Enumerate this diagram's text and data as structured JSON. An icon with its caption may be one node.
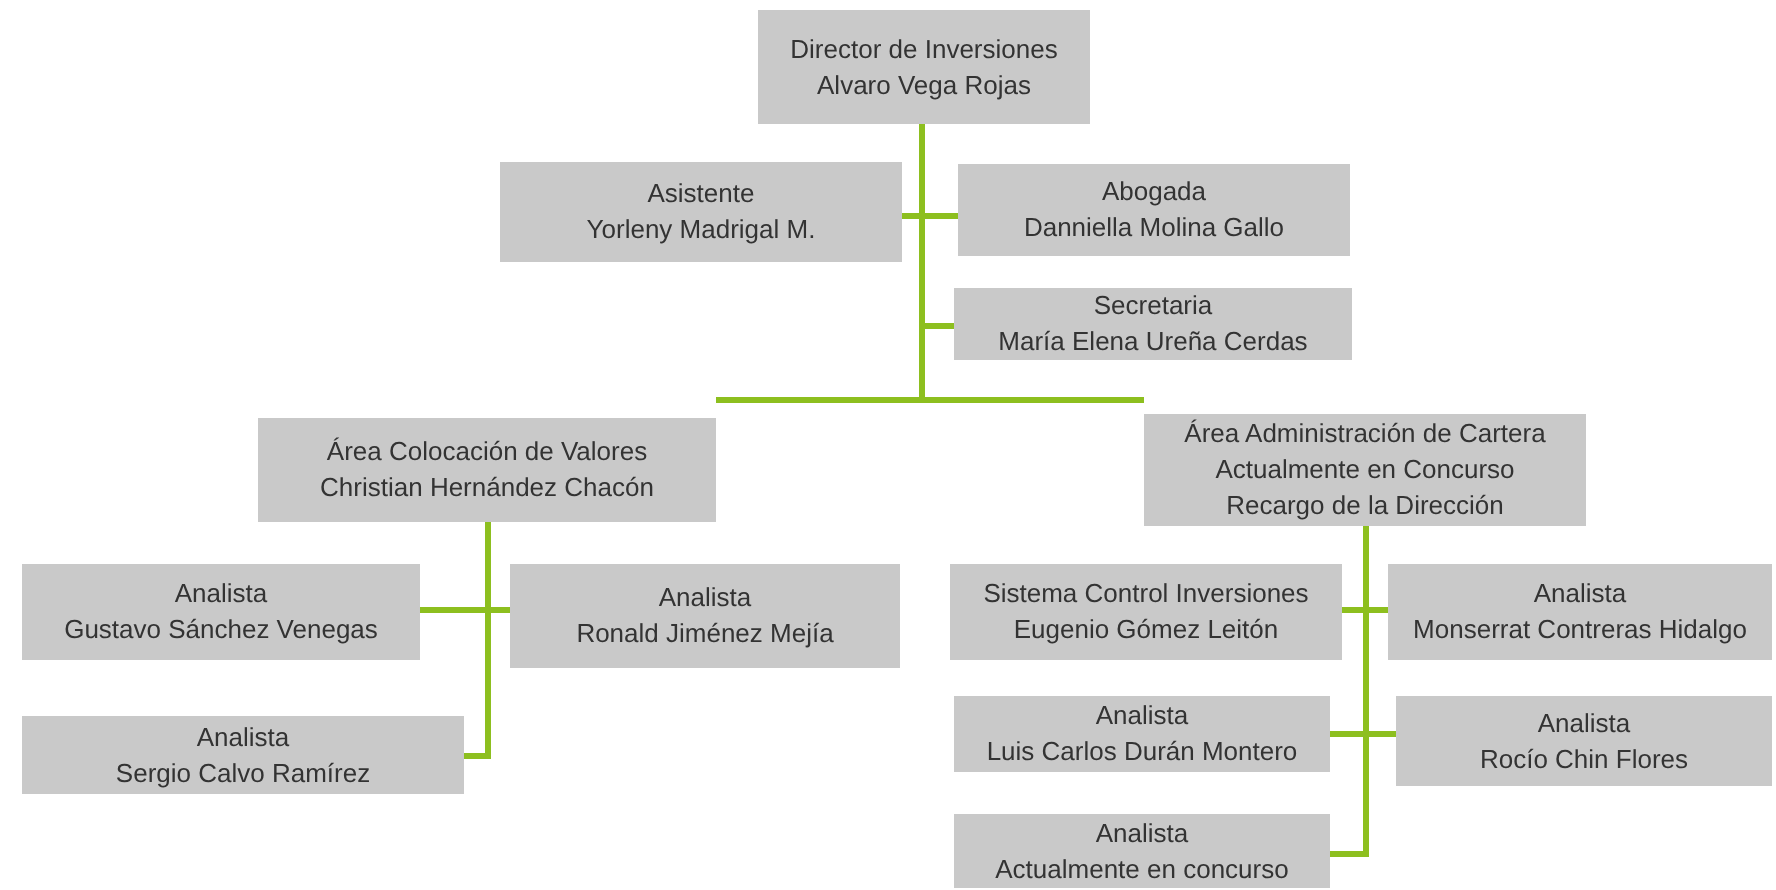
{
  "diagram": {
    "nodes": [
      {
        "text": [
          "Director de Inversiones",
          "Alvaro Vega Rojas"
        ]
      },
      {
        "text": [
          "Asistente",
          "Yorleny Madrigal M."
        ]
      },
      {
        "text": [
          "Abogada",
          "Danniella Molina Gallo"
        ]
      },
      {
        "text": [
          "Secretaria",
          "María Elena Ureña Cerdas"
        ]
      },
      {
        "text": [
          "Área Colocación de Valores",
          "Christian Hernández Chacón"
        ]
      },
      {
        "text": [
          "Área Administración de Cartera",
          "Actualmente en Concurso",
          "Recargo de la Dirección"
        ]
      },
      {
        "text": [
          "Analista",
          "Gustavo Sánchez Venegas"
        ]
      },
      {
        "text": [
          "Analista",
          "Ronald Jiménez Mejía"
        ]
      },
      {
        "text": [
          "Analista",
          "Sergio Calvo Ramírez"
        ]
      },
      {
        "text": [
          "Sistema Control Inversiones",
          "Eugenio Gómez Leitón"
        ]
      },
      {
        "text": [
          "Analista",
          "Monserrat Contreras Hidalgo"
        ]
      },
      {
        "text": [
          "Analista",
          "Luis Carlos Durán Montero"
        ]
      },
      {
        "text": [
          "Analista",
          "Rocío Chin Flores"
        ]
      },
      {
        "text": [
          "Analista",
          "Actualmente en concurso"
        ]
      }
    ],
    "edges": [
      {
        "from": 0,
        "to": 1,
        "arrow": "none"
      },
      {
        "from": 0,
        "to": 2,
        "arrow": "none"
      },
      {
        "from": 0,
        "to": 3,
        "arrow": "none"
      },
      {
        "from": 0,
        "to": 4,
        "arrow": "none"
      },
      {
        "from": 0,
        "to": 5,
        "arrow": "none"
      },
      {
        "from": 4,
        "to": 6,
        "arrow": "none"
      },
      {
        "from": 4,
        "to": 7,
        "arrow": "none"
      },
      {
        "from": 4,
        "to": 8,
        "arrow": "none"
      },
      {
        "from": 5,
        "to": 9,
        "arrow": "none"
      },
      {
        "from": 5,
        "to": 10,
        "arrow": "none"
      },
      {
        "from": 5,
        "to": 11,
        "arrow": "none"
      },
      {
        "from": 5,
        "to": 12,
        "arrow": "none"
      },
      {
        "from": 5,
        "to": 13,
        "arrow": "none"
      }
    ]
  }
}
